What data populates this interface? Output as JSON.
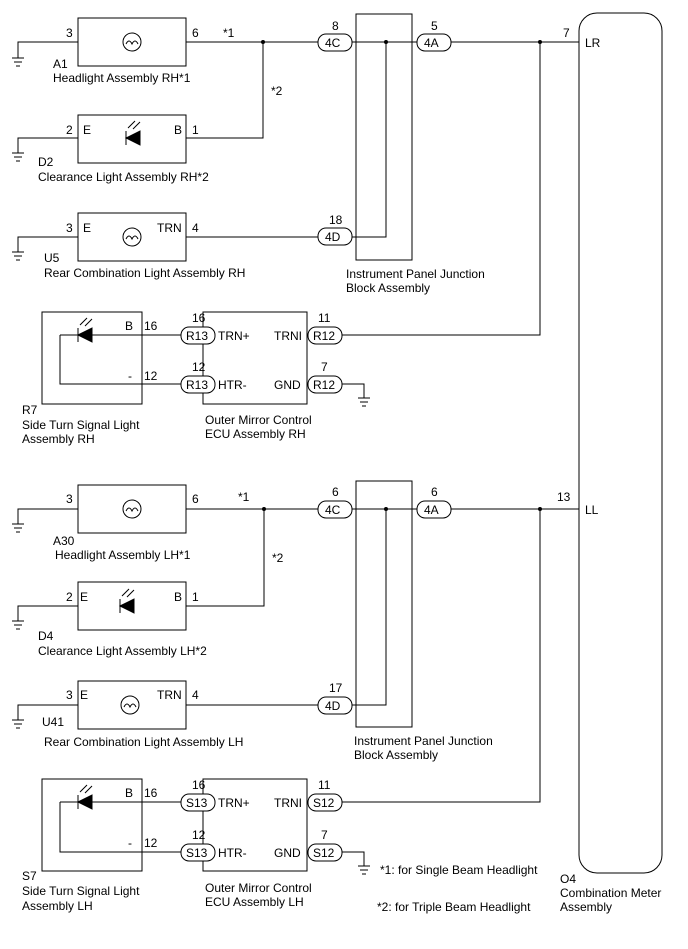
{
  "top": {
    "headlight": {
      "code": "A1",
      "name": "Headlight Assembly RH*1",
      "pin_left": "3",
      "pin_right": "6",
      "note": "*1"
    },
    "clearance": {
      "code": "D2",
      "name": "Clearance Light Assembly RH*2",
      "pin_left": "2",
      "pin_right": "1",
      "term_left": "E",
      "term_right": "B",
      "note": "*2"
    },
    "rear": {
      "code": "U5",
      "name": "Rear Combination Light Assembly RH",
      "pin_left": "3",
      "pin_right": "4",
      "term_left": "E",
      "term_right": "TRN"
    },
    "junction": {
      "name_line1": "Instrument Panel Junction",
      "name_line2": "Block Assembly",
      "c1_pin": "8",
      "c1_label": "4C",
      "c2_pin": "5",
      "c2_label": "4A",
      "c3_pin": "18",
      "c3_label": "4D"
    },
    "meter_pin": "7",
    "meter_term": "LR",
    "side": {
      "code": "R7",
      "name_line1": "Side Turn Signal Light",
      "name_line2": "Assembly RH",
      "term_b": "B",
      "term_minus": "-",
      "pin_b": "16",
      "pin_minus": "12"
    },
    "ecu": {
      "name_line1": "Outer Mirror Control",
      "name_line2": "ECU Assembly RH",
      "t1": "TRN+",
      "t2": "HTR-",
      "t3": "TRNI",
      "t4": "GND",
      "p1": "16",
      "p2": "12",
      "p3": "11",
      "p4": "7",
      "conn": "R13",
      "conn2": "R12"
    }
  },
  "bottom": {
    "headlight": {
      "code": "A30",
      "name": "Headlight Assembly LH*1",
      "pin_left": "3",
      "pin_right": "6",
      "note": "*1"
    },
    "clearance": {
      "code": "D4",
      "name": "Clearance Light Assembly LH*2",
      "pin_left": "2",
      "pin_right": "1",
      "term_left": "E",
      "term_right": "B",
      "note": "*2"
    },
    "rear": {
      "code": "U41",
      "name": "Rear Combination Light Assembly LH",
      "pin_left": "3",
      "pin_right": "4",
      "term_left": "E",
      "term_right": "TRN"
    },
    "junction": {
      "name_line1": "Instrument Panel Junction",
      "name_line2": "Block Assembly",
      "c1_pin": "6",
      "c1_label": "4C",
      "c2_pin": "6",
      "c2_label": "4A",
      "c3_pin": "17",
      "c3_label": "4D"
    },
    "meter_pin": "13",
    "meter_term": "LL",
    "side": {
      "code": "S7",
      "name_line1": "Side Turn Signal Light",
      "name_line2": "Assembly LH",
      "term_b": "B",
      "term_minus": "-",
      "pin_b": "16",
      "pin_minus": "12"
    },
    "ecu": {
      "name_line1": "Outer Mirror Control",
      "name_line2": "ECU Assembly LH",
      "t1": "TRN+",
      "t2": "HTR-",
      "t3": "TRNI",
      "t4": "GND",
      "p1": "16",
      "p2": "12",
      "p3": "11",
      "p4": "7",
      "conn": "S13",
      "conn2": "S12"
    }
  },
  "meter": {
    "code": "O4",
    "name_line1": "Combination Meter",
    "name_line2": "Assembly"
  },
  "footnotes": {
    "n1": "*1: for Single Beam Headlight",
    "n2": "*2: for Triple Beam Headlight"
  }
}
